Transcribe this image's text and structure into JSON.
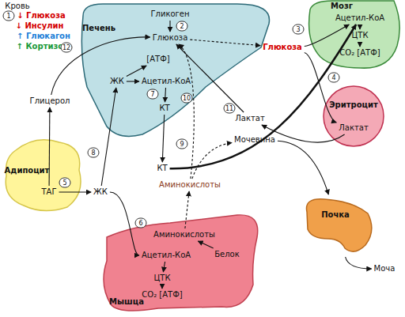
{
  "diagram": {
    "nodes": [
      {
        "text": [
          "Печень"
        ]
      },
      {
        "text": [
          "Гликоген"
        ],
        "in": 0
      },
      {
        "text": [
          "Глюкоза"
        ],
        "in": 0
      },
      {
        "text": [
          "[АТФ]"
        ],
        "in": 0
      },
      {
        "text": [
          "ЖК"
        ],
        "in": 0
      },
      {
        "text": [
          "Ацетил-КоА"
        ],
        "in": 0
      },
      {
        "text": [
          "КТ"
        ],
        "in": 0
      },
      {
        "text": [
          "Мозг"
        ]
      },
      {
        "text": [
          "Ацетил-КоА"
        ],
        "in": 7
      },
      {
        "text": [
          "ЦТК"
        ],
        "in": 7
      },
      {
        "text": [
          "CO₂ [АТФ]"
        ],
        "in": 7
      },
      {
        "text": [
          "Глюкоза"
        ]
      },
      {
        "text": [
          "Глицерол"
        ]
      },
      {
        "text": [
          "Лактат"
        ]
      },
      {
        "text": [
          "Эритроцит"
        ]
      },
      {
        "text": [
          "Лактат"
        ],
        "in": 14
      },
      {
        "text": [
          "Мочевина"
        ]
      },
      {
        "text": [
          "Адипоцит"
        ]
      },
      {
        "text": [
          "ТАГ"
        ],
        "in": 17
      },
      {
        "text": [
          "ЖК"
        ]
      },
      {
        "text": [
          "КТ"
        ]
      },
      {
        "text": [
          "Аминокислоты"
        ]
      },
      {
        "text": [
          "Почка"
        ]
      },
      {
        "text": [
          "Мышца"
        ]
      },
      {
        "text": [
          "Аминокислоты"
        ],
        "in": 23
      },
      {
        "text": [
          "Белок"
        ],
        "in": 23
      },
      {
        "text": [
          "Ацетил-КоА"
        ],
        "in": 23
      },
      {
        "text": [
          "ЦТК"
        ],
        "in": 23
      },
      {
        "text": [
          "CO₂ [АТФ]"
        ],
        "in": 23
      },
      {
        "text": [
          "Моча"
        ]
      }
    ],
    "edges": [
      {
        "from": 1,
        "to": 2,
        "arrow": "to"
      },
      {
        "from": 2,
        "to": 11,
        "arrow": "to"
      },
      {
        "from": 11,
        "to": 8,
        "arrow": "to"
      },
      {
        "from": 11,
        "to": 15,
        "arrow": "to"
      },
      {
        "from": 8,
        "to": 9,
        "arrow": "to"
      },
      {
        "from": 9,
        "to": 10,
        "arrow": "to"
      },
      {
        "from": 15,
        "to": 13,
        "arrow": "to"
      },
      {
        "from": 13,
        "to": 2,
        "arrow": "to"
      },
      {
        "from": 18,
        "to": 12,
        "arrow": "to"
      },
      {
        "from": 12,
        "to": 2,
        "arrow": "to"
      },
      {
        "from": 18,
        "to": 19,
        "arrow": "to"
      },
      {
        "from": 19,
        "to": 4,
        "arrow": "to"
      },
      {
        "from": 19,
        "to": 26,
        "arrow": "to"
      },
      {
        "from": 4,
        "to": 3,
        "arrow": "to"
      },
      {
        "from": 4,
        "to": 5,
        "arrow": "to"
      },
      {
        "from": 5,
        "to": 6,
        "arrow": "to"
      },
      {
        "from": 6,
        "to": 20,
        "arrow": "to"
      },
      {
        "from": 20,
        "to": 8,
        "arrow": "to"
      },
      {
        "from": 25,
        "to": 24,
        "arrow": "to"
      },
      {
        "from": 24,
        "to": 21,
        "arrow": "to"
      },
      {
        "from": 21,
        "to": 2,
        "arrow": "to"
      },
      {
        "from": 21,
        "to": 16,
        "arrow": "to"
      },
      {
        "from": 16,
        "to": 22,
        "arrow": "to"
      },
      {
        "from": 22,
        "to": 29,
        "arrow": "to"
      },
      {
        "from": 26,
        "to": 27,
        "arrow": "to"
      },
      {
        "from": 27,
        "to": 28,
        "arrow": "to"
      }
    ],
    "labels": [
      "Кровь",
      "↓ Глюкоза",
      "↓ Инсулин",
      "↑ Глюкагон",
      "↑ Кортизол",
      "1",
      "2",
      "3",
      "4",
      "5",
      "6",
      "7",
      "8",
      "9",
      "10",
      "11",
      "12"
    ]
  }
}
